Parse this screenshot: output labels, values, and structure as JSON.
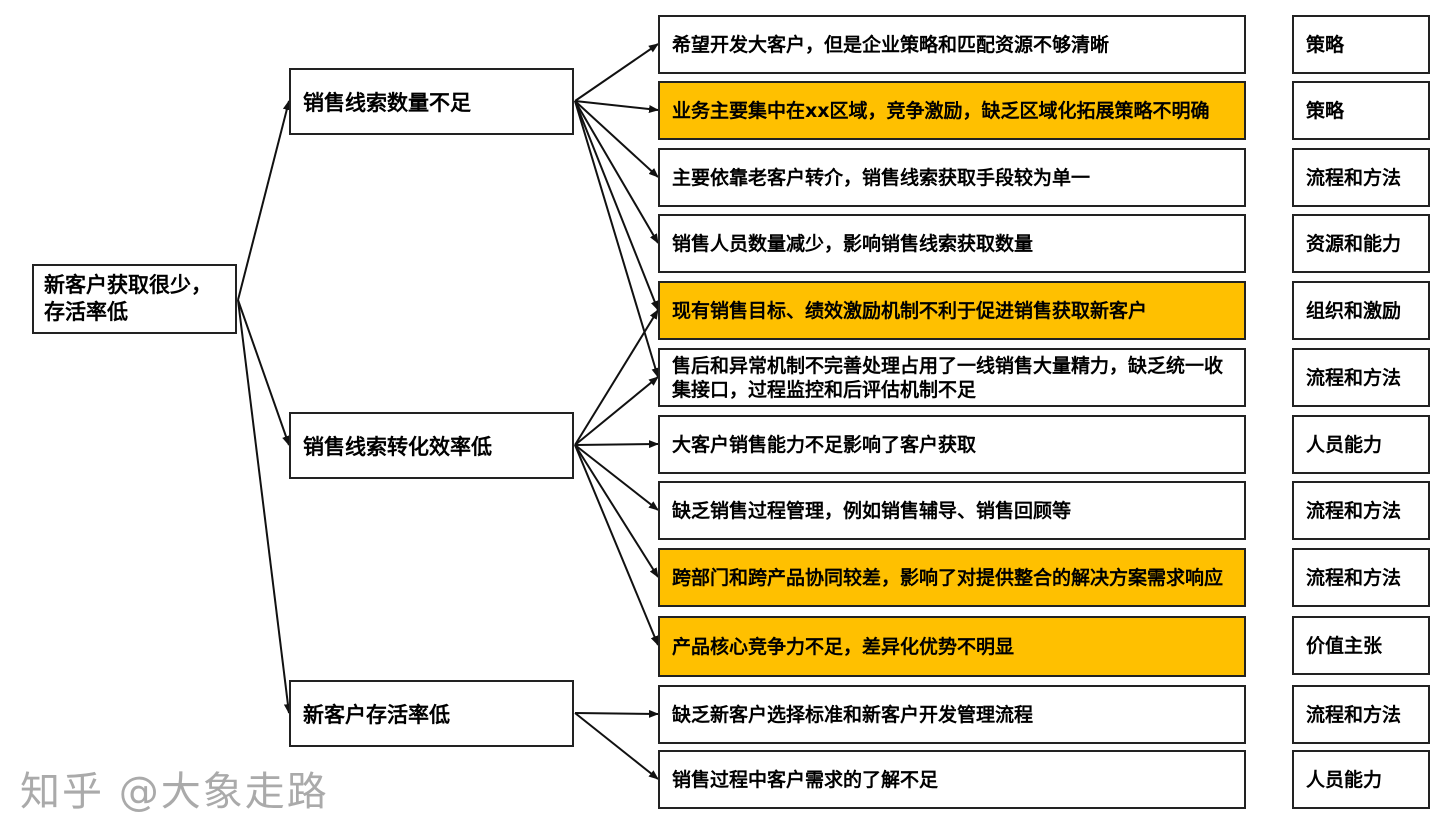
{
  "root": {
    "label": "新客户获取很少，存活率低"
  },
  "branches": [
    {
      "label": "销售线索数量不足"
    },
    {
      "label": "销售线索转化效率低"
    },
    {
      "label": "新客户存活率低"
    }
  ],
  "causes": [
    {
      "text": "希望开发大客户，但是企业策略和匹配资源不够清晰",
      "category": "策略",
      "highlighted": false
    },
    {
      "text": "业务主要集中在xx区域，竞争激励，缺乏区域化拓展策略不明确",
      "category": "策略",
      "highlighted": true
    },
    {
      "text": "主要依靠老客户转介，销售线索获取手段较为单一",
      "category": "流程和方法",
      "highlighted": false
    },
    {
      "text": "销售人员数量减少，影响销售线索获取数量",
      "category": "资源和能力",
      "highlighted": false
    },
    {
      "text": "现有销售目标、绩效激励机制不利于促进销售获取新客户",
      "category": "组织和激励",
      "highlighted": true
    },
    {
      "text": "售后和异常机制不完善处理占用了一线销售大量精力，缺乏统一收集接口，过程监控和后评估机制不足",
      "category": "流程和方法",
      "highlighted": false
    },
    {
      "text": "大客户销售能力不足影响了客户获取",
      "category": "人员能力",
      "highlighted": false
    },
    {
      "text": "缺乏销售过程管理，例如销售辅导、销售回顾等",
      "category": "流程和方法",
      "highlighted": false
    },
    {
      "text": "跨部门和跨产品协同较差，影响了对提供整合的解决方案需求响应",
      "category": "流程和方法",
      "highlighted": true
    },
    {
      "text": "产品核心竞争力不足，差异化优势不明显",
      "category": "价值主张",
      "highlighted": true
    },
    {
      "text": "缺乏新客户选择标准和新客户开发管理流程",
      "category": "流程和方法",
      "highlighted": false
    },
    {
      "text": "销售过程中客户需求的了解不足",
      "category": "人员能力",
      "highlighted": false
    }
  ],
  "links": {
    "branch_0": [
      0,
      1,
      2,
      3,
      4,
      5
    ],
    "branch_1": [
      4,
      5,
      6,
      7,
      8,
      9
    ],
    "branch_2": [
      10,
      11
    ]
  },
  "colors": {
    "highlight": "#FFC000",
    "border": "#222222"
  },
  "watermark": "知乎 @大象走路"
}
